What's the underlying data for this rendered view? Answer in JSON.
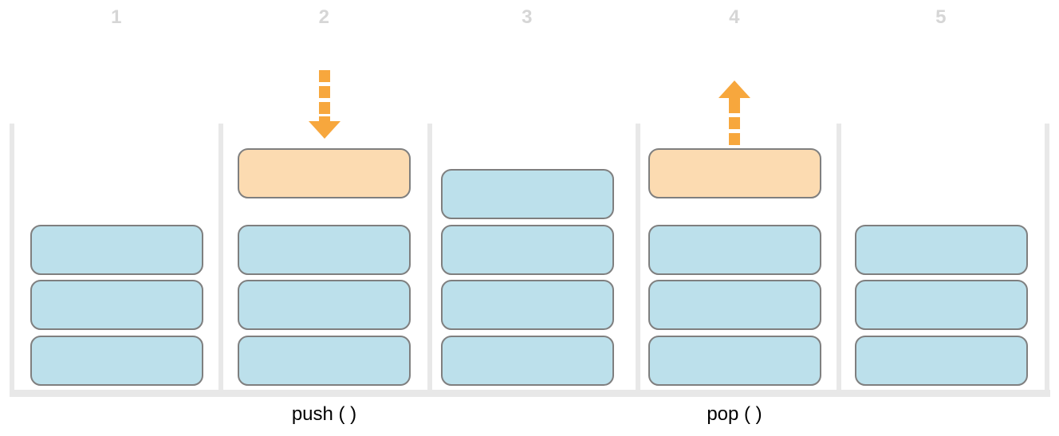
{
  "diagram": {
    "kind": "stack-push-pop-sequence",
    "step_numbers": [
      "1",
      "2",
      "3",
      "4",
      "5"
    ],
    "push_label": "push ( )",
    "pop_label": "pop ( )"
  },
  "panels": [
    {
      "number": "1",
      "stacked_blocks": [
        "blue",
        "blue",
        "blue"
      ],
      "floating_block": null,
      "arrow": null,
      "label": null
    },
    {
      "number": "2",
      "stacked_blocks": [
        "blue",
        "blue",
        "blue"
      ],
      "floating_block": "orange",
      "arrow": "down",
      "label": "push ( )"
    },
    {
      "number": "3",
      "stacked_blocks": [
        "blue",
        "blue",
        "blue",
        "blue"
      ],
      "floating_block": null,
      "arrow": null,
      "label": null
    },
    {
      "number": "4",
      "stacked_blocks": [
        "blue",
        "blue",
        "blue"
      ],
      "floating_block": "orange",
      "arrow": "up",
      "label": "pop ( )"
    },
    {
      "number": "5",
      "stacked_blocks": [
        "blue",
        "blue",
        "blue"
      ],
      "floating_block": null,
      "arrow": null,
      "label": null
    }
  ],
  "colors": {
    "block_blue_fill": "#bce0eb",
    "block_orange_fill": "#fcdbb1",
    "block_border": "#7f7f7f",
    "arrow_orange": "#f7a73d",
    "tray_gray": "#e8e8e8",
    "step_number_gray": "#d6d6d6",
    "label_text": "#000000",
    "background": "#ffffff"
  }
}
